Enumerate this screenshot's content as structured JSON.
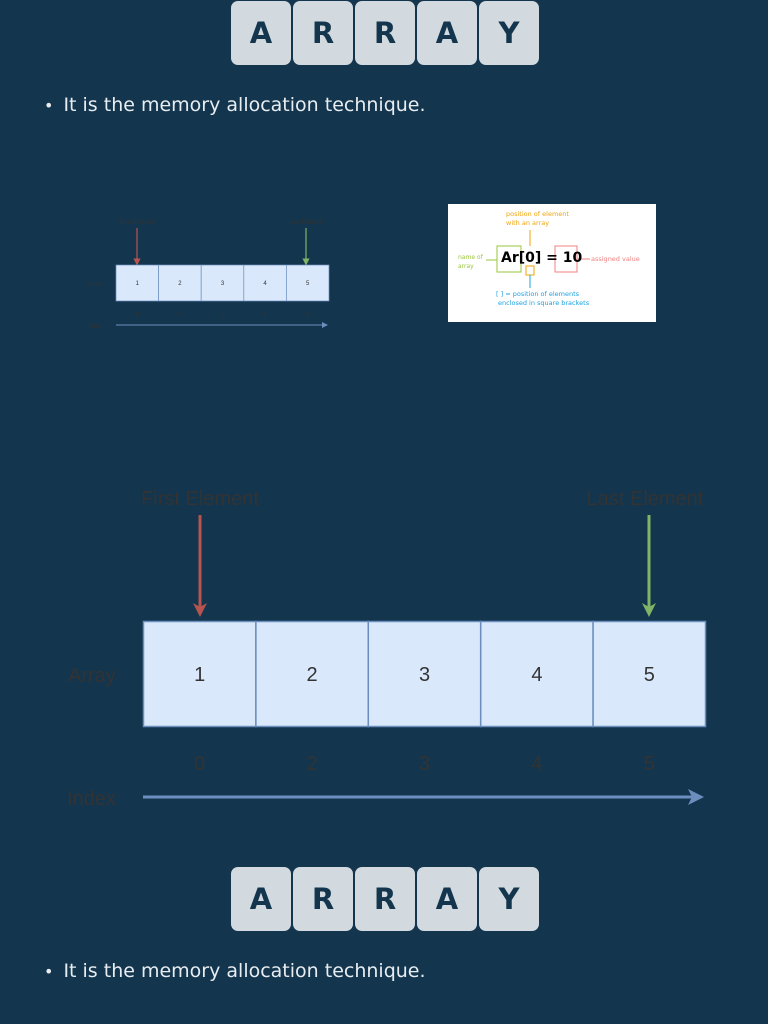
{
  "title_tiles": [
    "A",
    "R",
    "R",
    "A",
    "Y"
  ],
  "bullet_text": "It is the memory allocation technique.",
  "bullet_glyph": "•",
  "array_diagram": {
    "first_label": "First Element",
    "last_label": "Last Element",
    "row_label": "Array",
    "index_label": "Index",
    "cells": [
      "1",
      "2",
      "3",
      "4",
      "5"
    ],
    "indices": [
      "0",
      "2",
      "3",
      "4",
      "5"
    ],
    "colors": {
      "cell_fill": "#dae8fc",
      "cell_stroke": "#6c8ebf",
      "first_arrow": "#b85450",
      "last_arrow": "#82b366",
      "index_arrow": "#6c8ebf",
      "text": "#333333"
    }
  },
  "reference_card": {
    "expression": "Ar[0] = 10",
    "position_note_1": "position of element",
    "position_note_2": "with an array",
    "name_note_1": "name of",
    "name_note_2": "array",
    "value_note": "assigned value",
    "bracket_note_1": "[ ] = position of elements",
    "bracket_note_2": "enclosed in square brackets",
    "colors": {
      "position": "#f0a30a",
      "name": "#9ac73b",
      "value": "#f08080",
      "brackets": "#1ba1e2"
    }
  }
}
